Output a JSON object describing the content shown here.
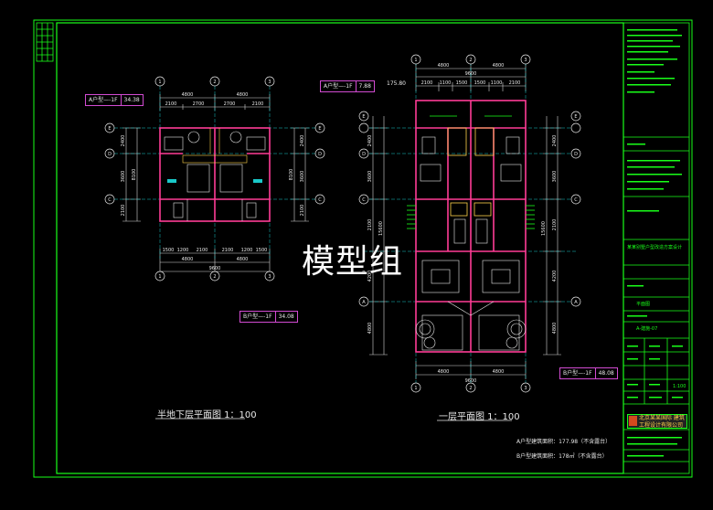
{
  "watermark": "模型组",
  "basement": {
    "title": "半地下层平面图  1：100",
    "tag_a_label": "A户型—-1F",
    "tag_a_value": "34.38",
    "tag_b_label": "B户型—-1F",
    "tag_b_value": "34.08",
    "dims_top": [
      "4800",
      "4800"
    ],
    "dims_top_sub": [
      "2100",
      "2700",
      "2700",
      "2100"
    ],
    "dims_bottom_sub": [
      "1500",
      "1200",
      "2100",
      "2100",
      "1200",
      "1500"
    ],
    "dims_bottom": [
      "4800",
      "4800"
    ],
    "dims_total": "9600",
    "grid_cols": [
      "1",
      "2",
      "3"
    ],
    "grid_rows": [
      "E",
      "D",
      "C"
    ],
    "side_dims": [
      "2400",
      "3600",
      "2100"
    ],
    "side_total": "8100"
  },
  "ground": {
    "title": "一层平面图  1：100",
    "tag_a_label": "A户型—-1F",
    "tag_a_value": "7.88",
    "tag_a_extra": "175.80",
    "tag_b_label": "B户型—-1F",
    "tag_b_value": "48.08",
    "dims_top": [
      "4800",
      "4800"
    ],
    "dims_total": "9600",
    "dims_top_sub": [
      "2100",
      "1100",
      "1500",
      "1500",
      "1100",
      "2100"
    ],
    "dims_bottom": [
      "4800",
      "4800"
    ],
    "grid_cols": [
      "1",
      "2",
      "3"
    ],
    "grid_rows": [
      "E",
      "D",
      "C",
      "B",
      "A"
    ],
    "side_dims": [
      "2400",
      "3600",
      "2100",
      "4200",
      "4800"
    ],
    "side_total": "15600",
    "note_a": "A户型建筑面积：177.98（不含露台）",
    "note_b": "B户型建筑面积：178㎡（不含露台）"
  },
  "title_block": {
    "project": "某某别墅户型改造方案设计",
    "drawing": "平面图",
    "drawing_no": "A-建施-07",
    "company": "北京某某国际 建筑工程设计有限公司",
    "scale": "1:100"
  },
  "colors": {
    "frame": "#19ff19",
    "dim": "#d8d8d8",
    "wall": "#ff3c96",
    "grid": "#19c8c8",
    "yellow": "#ffd24b"
  }
}
